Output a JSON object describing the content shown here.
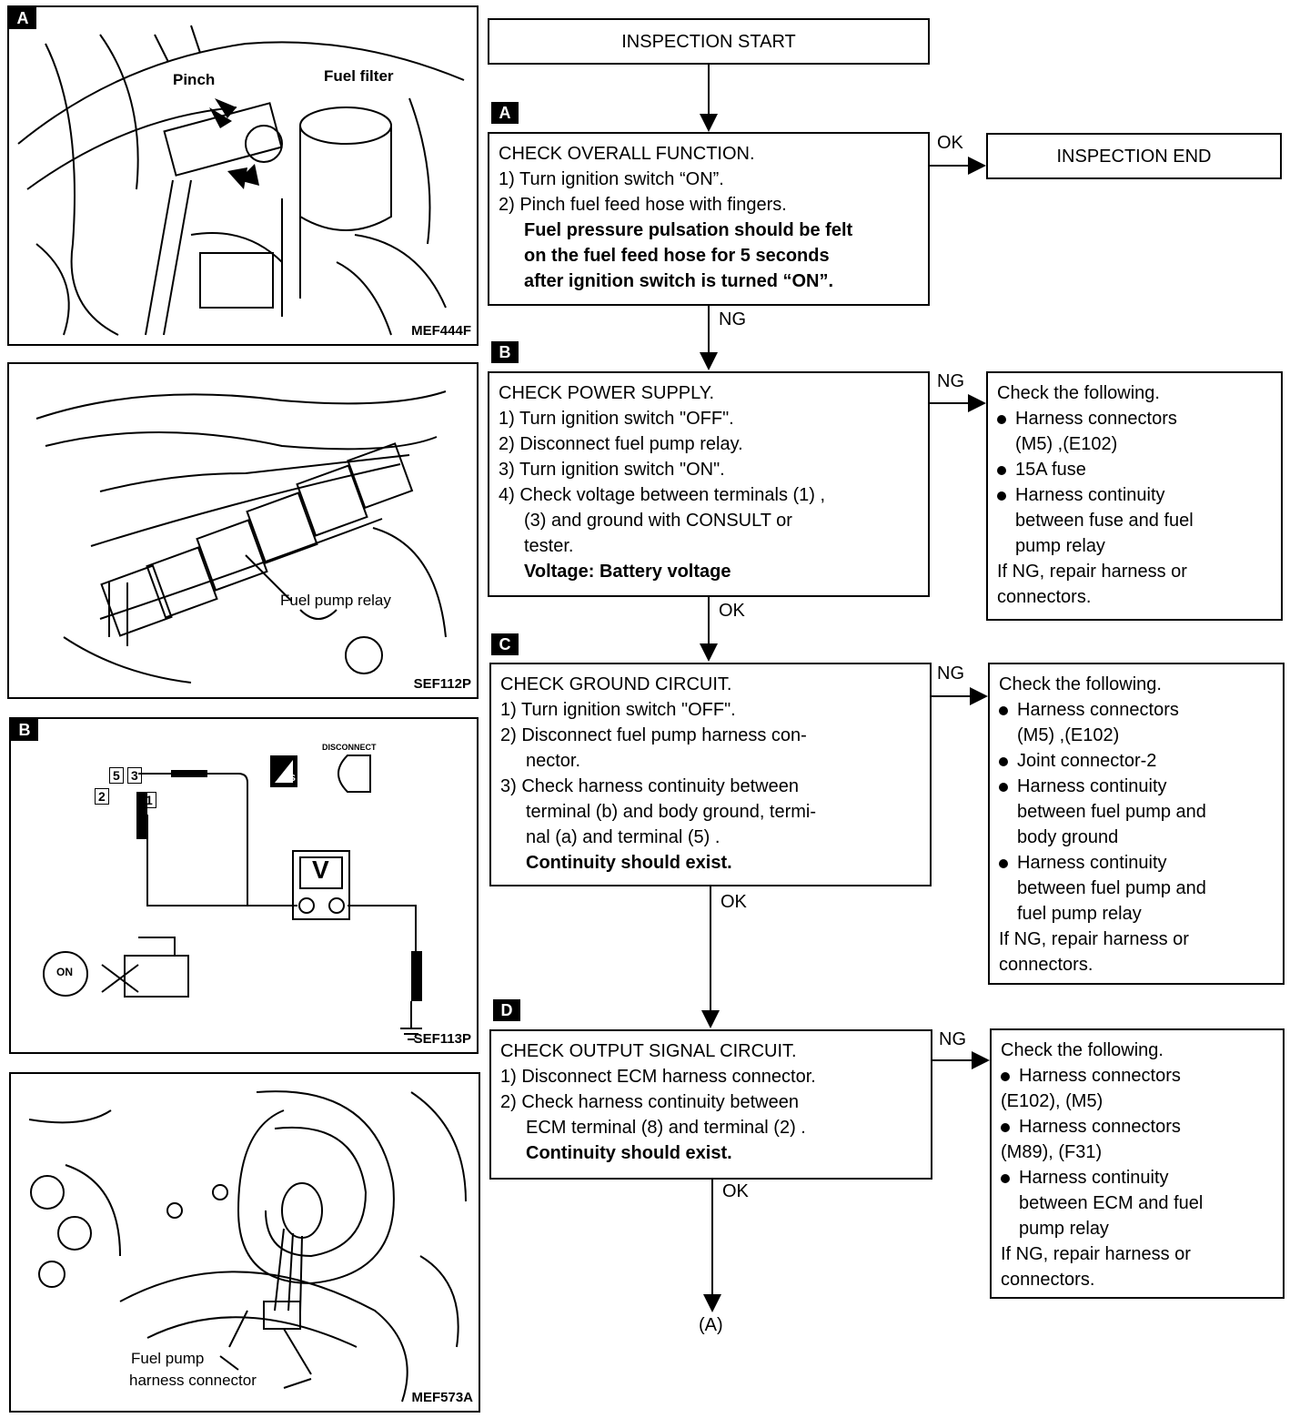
{
  "panels": [
    {
      "id": "A",
      "code": "MEF444F",
      "labels": [
        "Pinch",
        "Fuel filter"
      ]
    },
    {
      "id": "",
      "code": "SEF112P",
      "labels": [
        "Fuel pump relay"
      ]
    },
    {
      "id": "B",
      "code": "SEF113P",
      "labels": [
        "5",
        "3",
        "2",
        "1",
        "V",
        "DISCONNECT",
        "ON",
        "TS"
      ]
    },
    {
      "id": "",
      "code": "MEF573A",
      "labels": [
        "Fuel pump",
        "harness connector"
      ]
    }
  ],
  "flow": {
    "start": "INSPECTION START",
    "end": "INSPECTION END",
    "footer": "(A)",
    "steps": [
      {
        "tag": "A",
        "lines": [
          "CHECK OVERALL FUNCTION.",
          "1) Turn ignition switch “ON”.",
          "2) Pinch fuel feed hose with fingers.",
          "Fuel pressure pulsation should be felt",
          "on the fuel feed hose for 5 seconds",
          "after ignition switch is turned “ON”."
        ],
        "ok": "OK",
        "ng": "NG"
      },
      {
        "tag": "B",
        "lines": [
          "CHECK POWER SUPPLY.",
          "1) Turn ignition switch \"OFF\".",
          "2) Disconnect fuel pump relay.",
          "3) Turn ignition switch \"ON\".",
          "4) Check voltage between terminals (1) ,",
          "(3) and ground with CONSULT or",
          "tester.",
          "Voltage: Battery voltage"
        ],
        "ng": "NG",
        "ok": "OK",
        "check": [
          "Check the following.",
          "Harness connectors",
          "(M5) ,(E102)",
          "15A fuse",
          "Harness continuity",
          "between fuse and fuel",
          "pump relay",
          "If NG, repair harness or",
          "connectors."
        ]
      },
      {
        "tag": "C",
        "lines": [
          "CHECK GROUND CIRCUIT.",
          "1) Turn ignition switch \"OFF\".",
          "2) Disconnect fuel pump harness con-",
          "nector.",
          "3) Check harness continuity between",
          "terminal (b) and body ground, termi-",
          "nal (a) and terminal (5) .",
          "Continuity should exist."
        ],
        "ng": "NG",
        "ok": "OK",
        "check": [
          "Check the following.",
          "Harness connectors",
          "(M5) ,(E102)",
          "Joint connector-2",
          "Harness continuity",
          "between fuel pump and",
          "body ground",
          "Harness continuity",
          "between fuel pump and",
          "fuel pump relay",
          "If NG, repair harness or",
          "connectors."
        ]
      },
      {
        "tag": "D",
        "lines": [
          "CHECK OUTPUT SIGNAL CIRCUIT.",
          "1) Disconnect ECM harness connector.",
          "2) Check harness continuity between",
          "ECM terminal (8) and terminal (2) .",
          "Continuity should exist."
        ],
        "ng": "NG",
        "ok": "OK",
        "check": [
          "Check the following.",
          "Harness connectors",
          "(E102), (M5)",
          "Harness connectors",
          "(M89), (F31)",
          "Harness continuity",
          "between ECM and fuel",
          "pump relay",
          "If NG, repair harness or",
          "connectors."
        ]
      }
    ]
  }
}
